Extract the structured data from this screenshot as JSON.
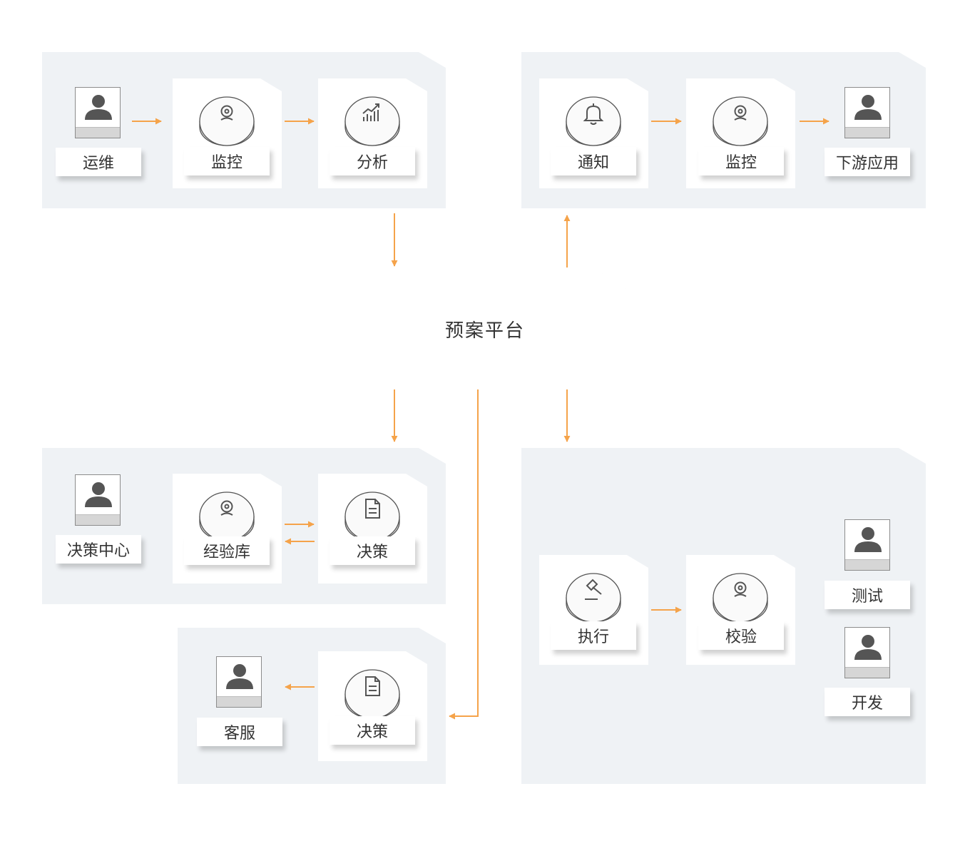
{
  "platform": {
    "title": "预案平台"
  },
  "top_left": {
    "roles": [
      "运维"
    ],
    "nodes": [
      "监控",
      "分析"
    ]
  },
  "top_right": {
    "nodes": [
      "通知",
      "监控"
    ],
    "roles": [
      "下游应用"
    ]
  },
  "mid_left": {
    "roles": [
      "决策中心"
    ],
    "nodes": [
      "经验库",
      "决策"
    ]
  },
  "bottom_left": {
    "roles": [
      "客服"
    ],
    "nodes": [
      "决策"
    ]
  },
  "right": {
    "nodes": [
      "执行",
      "校验"
    ],
    "roles": [
      "测试",
      "开发"
    ]
  },
  "colors": {
    "arrow": "#f5a34a",
    "group_bg": "#eff2f5",
    "icon": "#555555"
  },
  "icons": {
    "monitor": "webcam-icon",
    "analysis": "growth-chart-icon",
    "notify": "bell-icon",
    "document": "document-icon",
    "execute": "gavel-icon",
    "user": "user-icon"
  }
}
